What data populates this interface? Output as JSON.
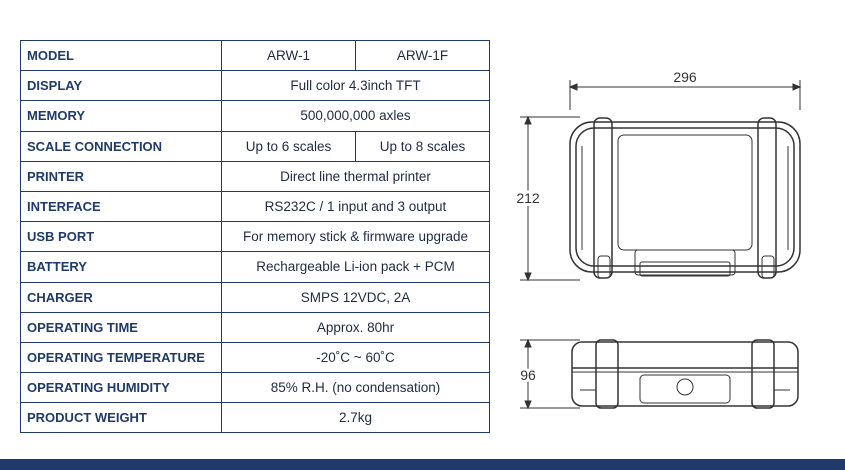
{
  "table": {
    "model": {
      "label": "MODEL",
      "col1": "ARW-1",
      "col2": "ARW-1F"
    },
    "rows": [
      {
        "label": "DISPLAY",
        "value": "Full color 4.3inch TFT"
      },
      {
        "label": "MEMORY",
        "value": "500,000,000 axles"
      },
      {
        "label": "SCALE CONNECTION",
        "value1": "Up to 6 scales",
        "value2": "Up to 8 scales"
      },
      {
        "label": "PRINTER",
        "value": "Direct line thermal printer"
      },
      {
        "label": "INTERFACE",
        "value": "RS232C / 1 input and 3 output"
      },
      {
        "label": "USB PORT",
        "value": "For memory stick & firmware upgrade"
      },
      {
        "label": "BATTERY",
        "value": "Rechargeable Li-ion pack + PCM"
      },
      {
        "label": "CHARGER",
        "value": "SMPS 12VDC, 2A"
      },
      {
        "label": "OPERATING TIME",
        "value": "Approx. 80hr"
      },
      {
        "label": "OPERATING TEMPERATURE",
        "value": "-20˚C ~ 60˚C"
      },
      {
        "label": "OPERATING HUMIDITY",
        "value": "85% R.H. (no condensation)"
      },
      {
        "label": "PRODUCT WEIGHT",
        "value": "2.7kg"
      }
    ]
  },
  "drawing": {
    "width_dim": "296",
    "height_dim": "212",
    "depth_dim": "96"
  },
  "colors": {
    "navy": "#1f3a6b",
    "line": "#333333"
  }
}
